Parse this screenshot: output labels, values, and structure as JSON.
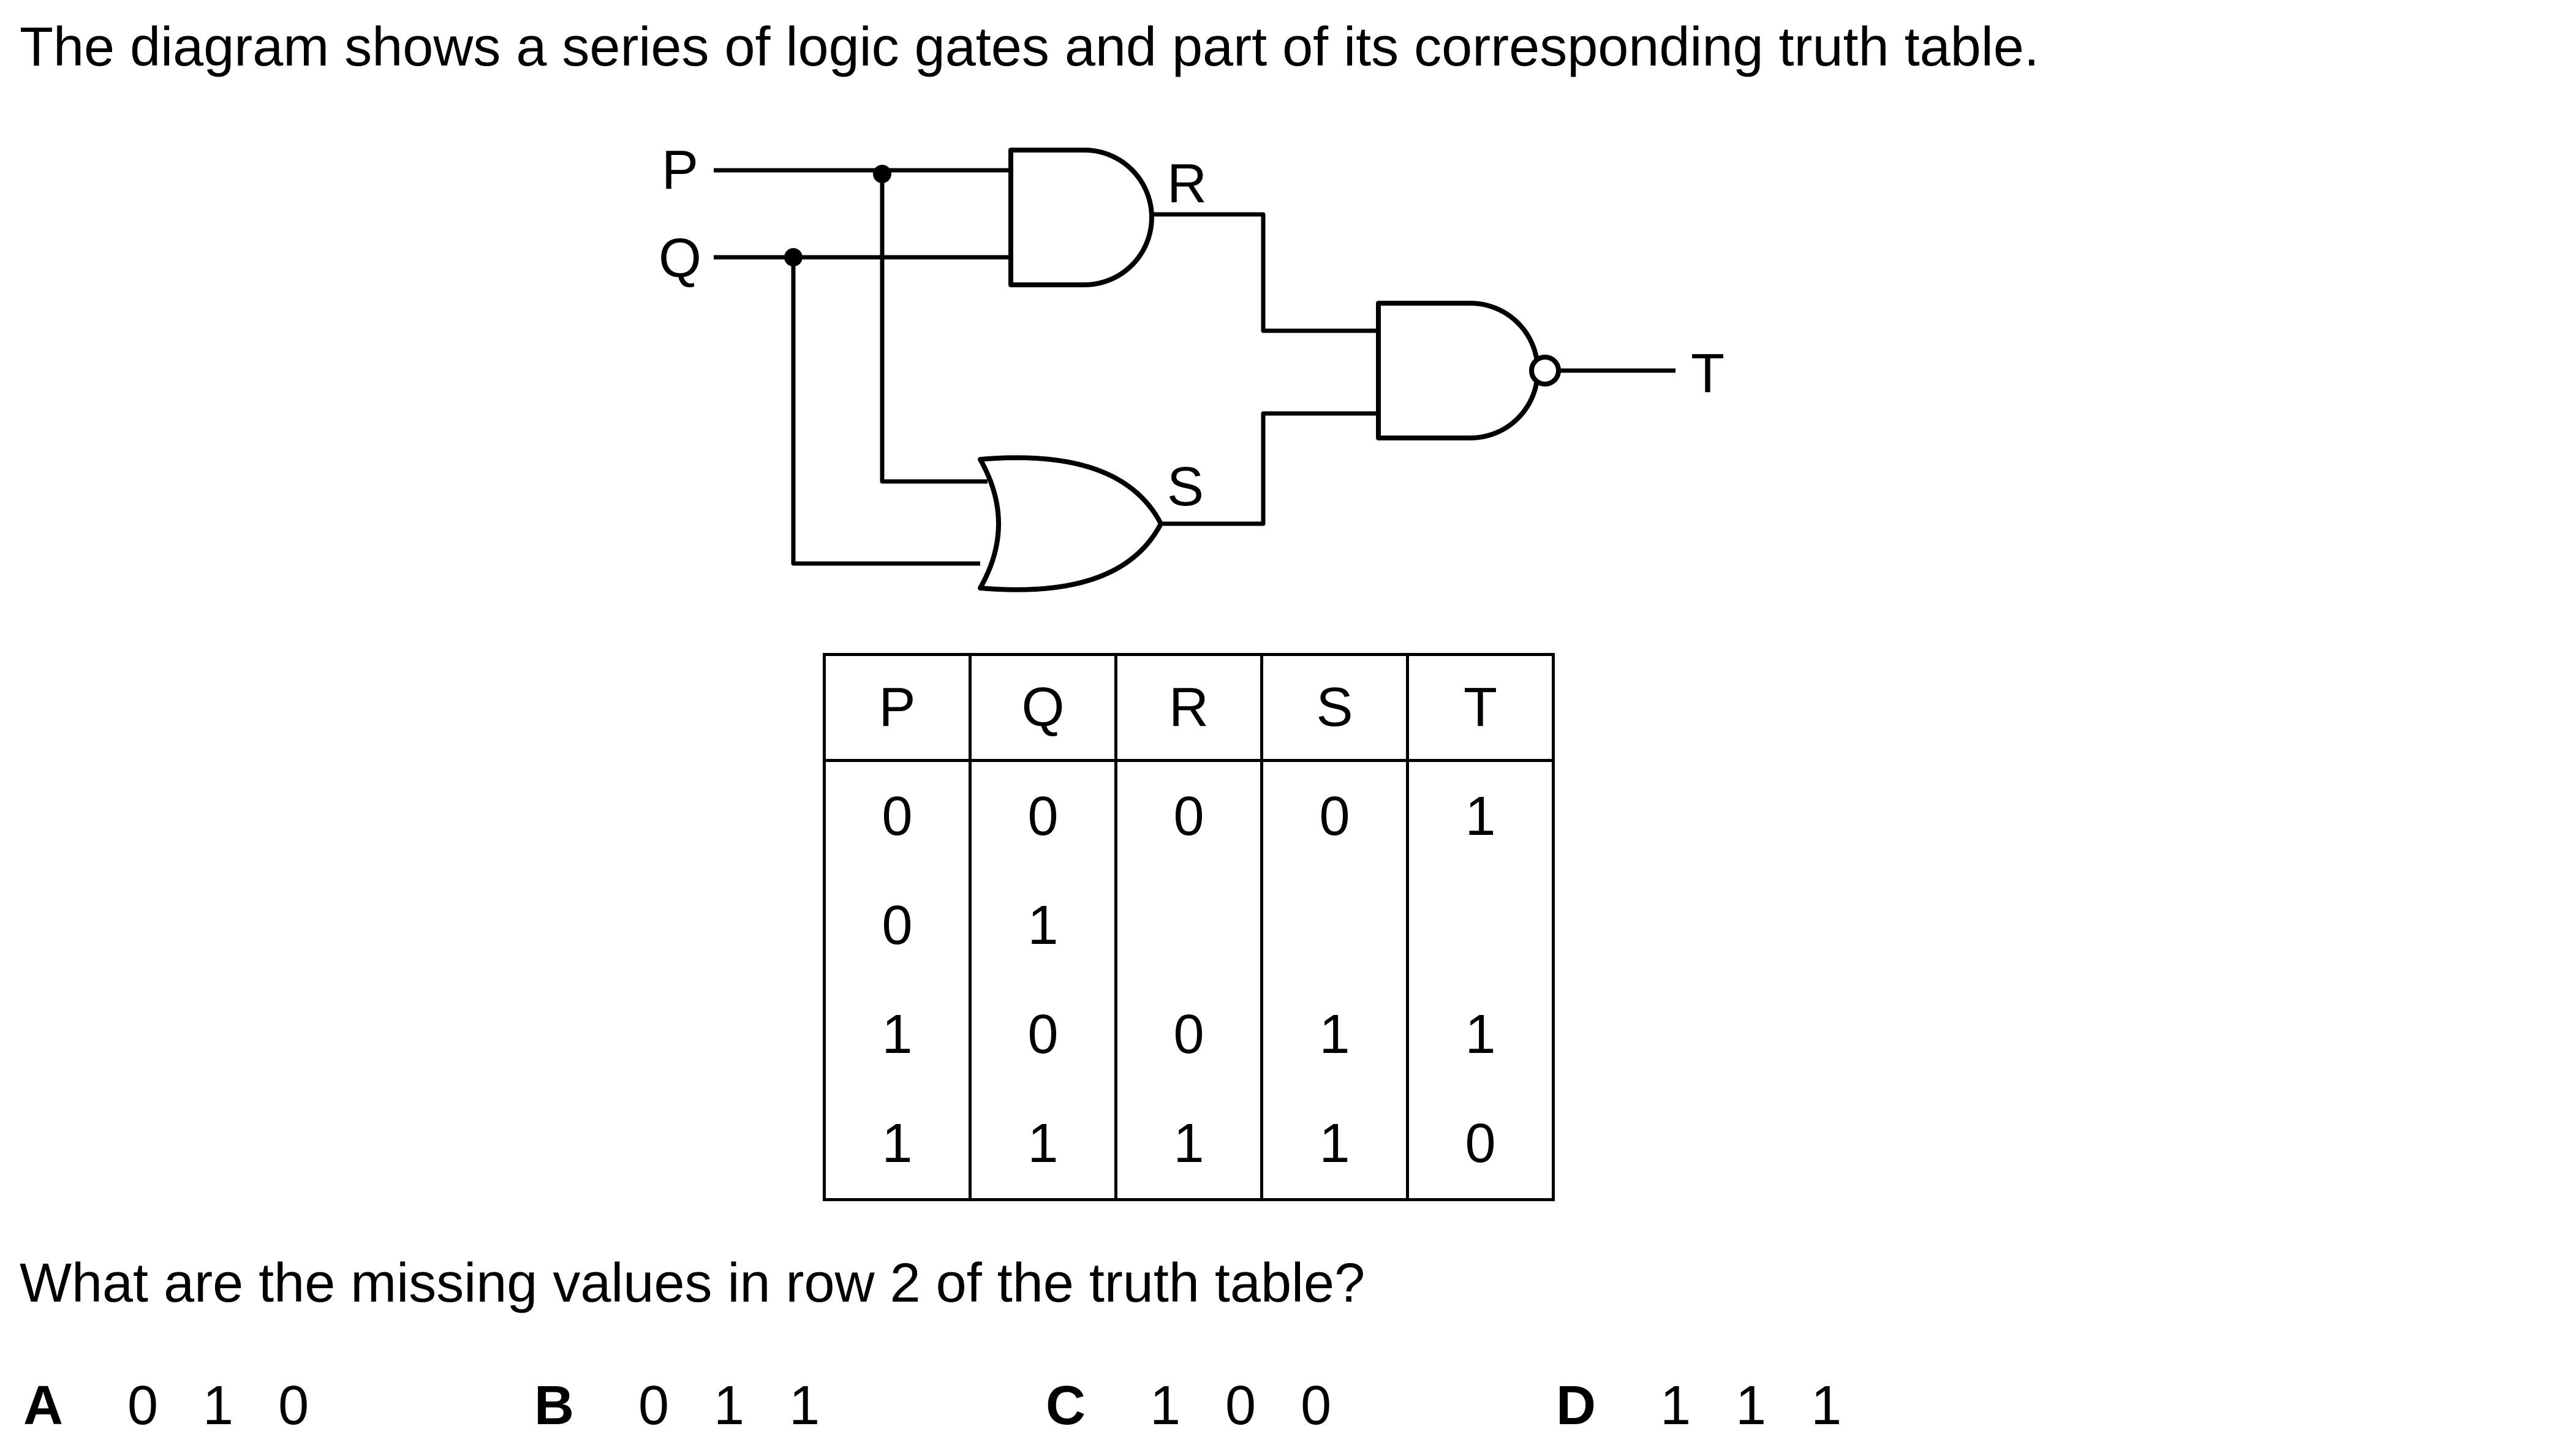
{
  "intro": "The diagram shows a series of logic gates and part of its corresponding truth table.",
  "circuit": {
    "labels": {
      "p": "P",
      "q": "Q",
      "r": "R",
      "s": "S",
      "t": "T"
    },
    "gates": [
      "and-gate",
      "or-gate",
      "nand-gate"
    ]
  },
  "truth_table": {
    "headers": [
      "P",
      "Q",
      "R",
      "S",
      "T"
    ],
    "rows": [
      [
        "0",
        "0",
        "0",
        "0",
        "1"
      ],
      [
        "0",
        "1",
        "",
        "",
        ""
      ],
      [
        "1",
        "0",
        "0",
        "1",
        "1"
      ],
      [
        "1",
        "1",
        "1",
        "1",
        "0"
      ]
    ]
  },
  "question": "What are the missing values in row 2 of the truth table?",
  "options": [
    {
      "letter": "A",
      "value": "0 1 0"
    },
    {
      "letter": "B",
      "value": "0 1 1"
    },
    {
      "letter": "C",
      "value": "1 0 0"
    },
    {
      "letter": "D",
      "value": "1 1 1"
    }
  ]
}
